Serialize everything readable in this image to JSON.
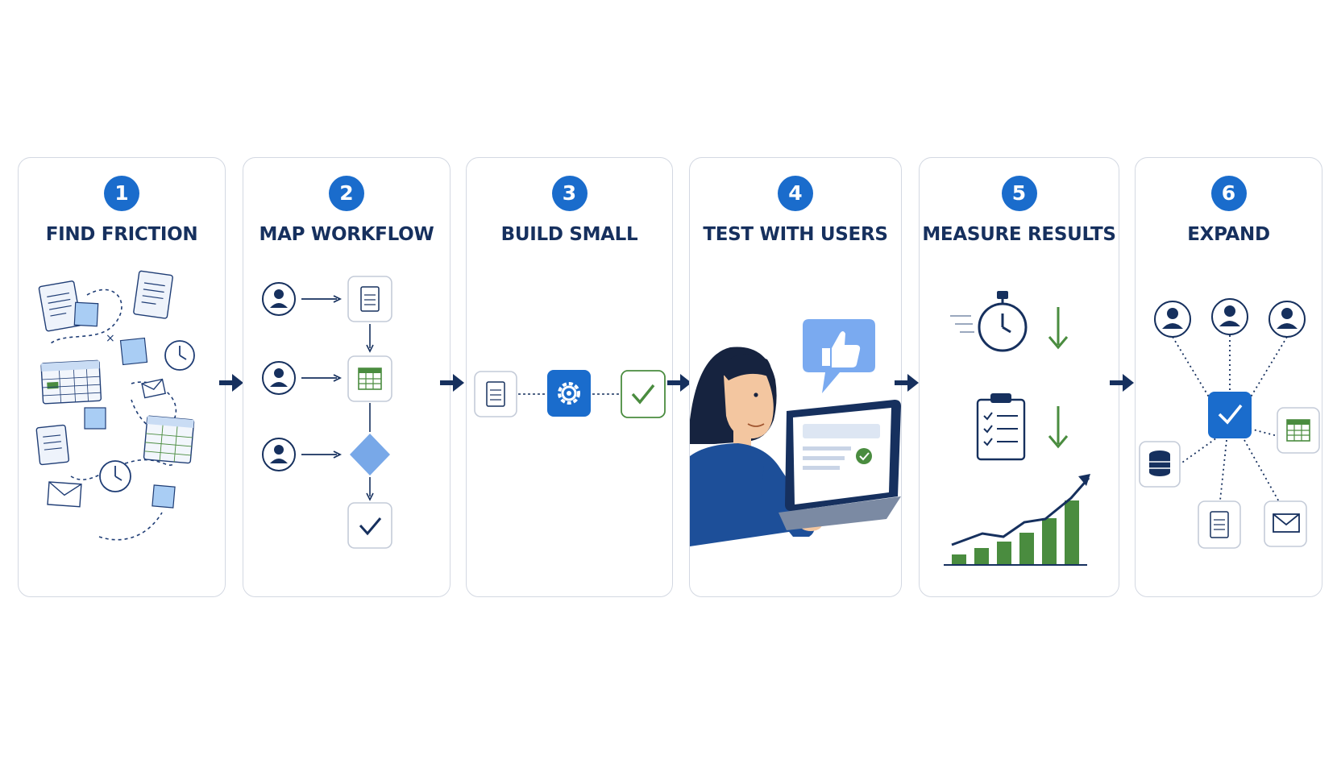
{
  "steps": [
    {
      "number": "1",
      "title": "FIND FRICTION"
    },
    {
      "number": "2",
      "title": "MAP WORKFLOW"
    },
    {
      "number": "3",
      "title": "BUILD SMALL"
    },
    {
      "number": "4",
      "title": "TEST WITH USERS"
    },
    {
      "number": "5",
      "title": "MEASURE RESULTS"
    },
    {
      "number": "6",
      "title": "EXPAND"
    }
  ],
  "colors": {
    "brand_blue": "#1a6ccc",
    "navy": "#16305e",
    "card_border": "#d3d8e2",
    "light_blue": "#a9cdf4",
    "success_green": "#4a8c3f"
  }
}
